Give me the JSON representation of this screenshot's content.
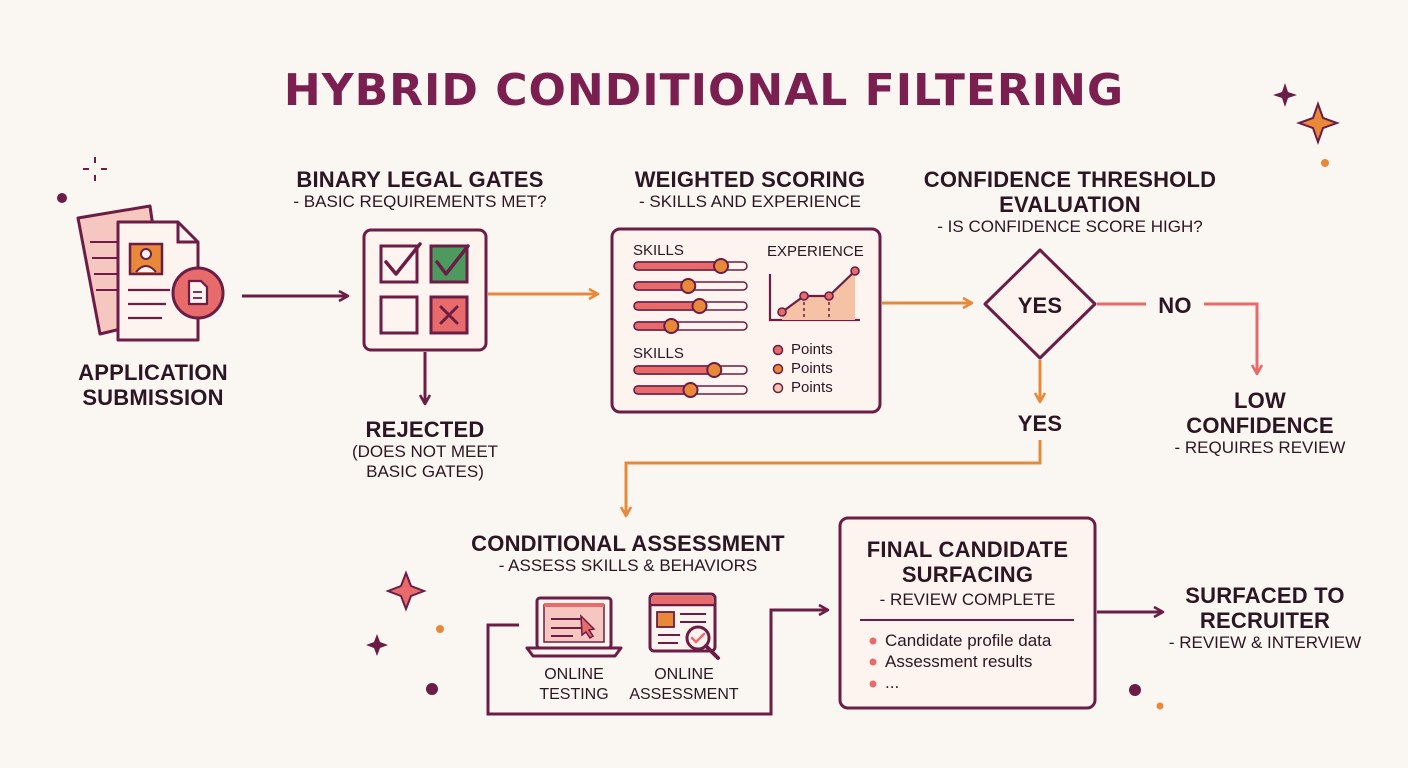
{
  "title": "HYBRID CONDITIONAL FILTERING",
  "application": {
    "line1": "APPLICATION",
    "line2": "SUBMISSION"
  },
  "legal_gates": {
    "heading": "BINARY LEGAL GATES",
    "sub": "- BASIC REQUIREMENTS MET?"
  },
  "rejected": {
    "heading": "REJECTED",
    "line1": "(DOES NOT MEET",
    "line2": "BASIC GATES)"
  },
  "weighted": {
    "heading": "WEIGHTED SCORING",
    "sub": "- SKILLS AND EXPERIENCE",
    "skills_label_1": "SKILLS",
    "skills_label_2": "SKILLS",
    "experience_label": "EXPERIENCE",
    "sliders_top": [
      0.77,
      0.48,
      0.58,
      0.33
    ],
    "sliders_bottom": [
      0.71,
      0.5
    ],
    "legend": [
      "Points",
      "Points",
      "Points"
    ]
  },
  "confidence": {
    "heading_1": "CONFIDENCE THRESHOLD",
    "heading_2": "EVALUATION",
    "sub": "- IS CONFIDENCE SCORE HIGH?",
    "diamond_label": "YES",
    "no_label": "NO",
    "yes_label": "YES"
  },
  "low_confidence": {
    "line1": "LOW",
    "line2": "CONFIDENCE",
    "sub": "- REQUIRES REVIEW"
  },
  "conditional": {
    "heading": "CONDITIONAL ASSESSMENT",
    "sub": "- ASSESS SKILLS & BEHAVIORS",
    "testing": {
      "line1": "ONLINE",
      "line2": "TESTING"
    },
    "assessment": {
      "line1": "ONLINE",
      "line2": "ASSESSMENT"
    }
  },
  "final": {
    "heading_1": "FINAL CANDIDATE",
    "heading_2": "SURFACING",
    "sub": "- REVIEW COMPLETE",
    "bullets": [
      "Candidate profile data",
      "Assessment results",
      "..."
    ]
  },
  "surfaced": {
    "line1": "SURFACED TO",
    "line2": "RECRUITER",
    "sub": "- REVIEW & INTERVIEW"
  },
  "colors": {
    "plum": "#6b1d45",
    "orange": "#e8893a",
    "coral": "#e86b6b",
    "green": "#4c9a5e",
    "cream": "#faf6f1"
  }
}
